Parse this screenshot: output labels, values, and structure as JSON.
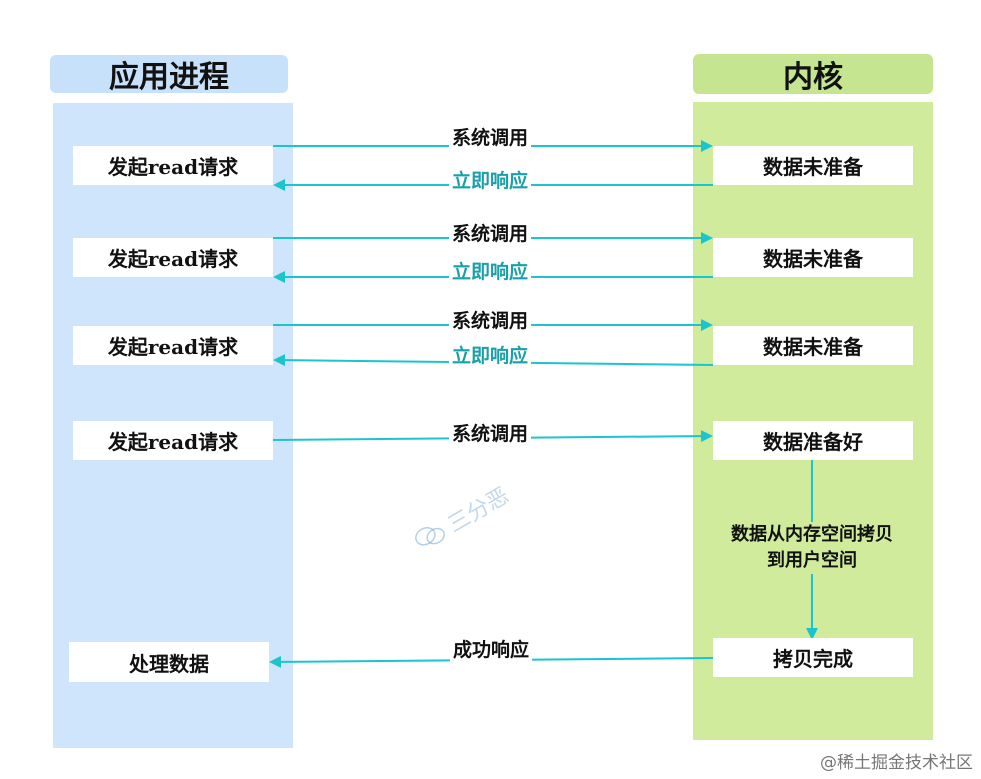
{
  "lanes": {
    "app": {
      "title": "应用进程",
      "head_color": "#c8e1fa",
      "body_color": "#cfe5fb"
    },
    "kernel": {
      "title": "内核",
      "head_color": "#c5e590",
      "body_color": "#d0eb9b"
    }
  },
  "colors": {
    "arrow": "#1cc4cc",
    "response_text": "#1aa0a8"
  },
  "rounds": [
    {
      "app": "发起read请求",
      "kernel": "数据未准备",
      "call": "系统调用",
      "resp": "立即响应"
    },
    {
      "app": "发起read请求",
      "kernel": "数据未准备",
      "call": "系统调用",
      "resp": "立即响应"
    },
    {
      "app": "发起read请求",
      "kernel": "数据未准备",
      "call": "系统调用",
      "resp": "立即响应"
    },
    {
      "app": "发起read请求",
      "kernel": "数据准备好",
      "call": "系统调用"
    }
  ],
  "copy_note": [
    "数据从内存空间拷贝",
    "到用户空间"
  ],
  "final": {
    "app": "处理数据",
    "kernel": "拷贝完成",
    "resp": "成功响应"
  },
  "watermark": "三分恶",
  "credit": "@稀土掘金技术社区"
}
